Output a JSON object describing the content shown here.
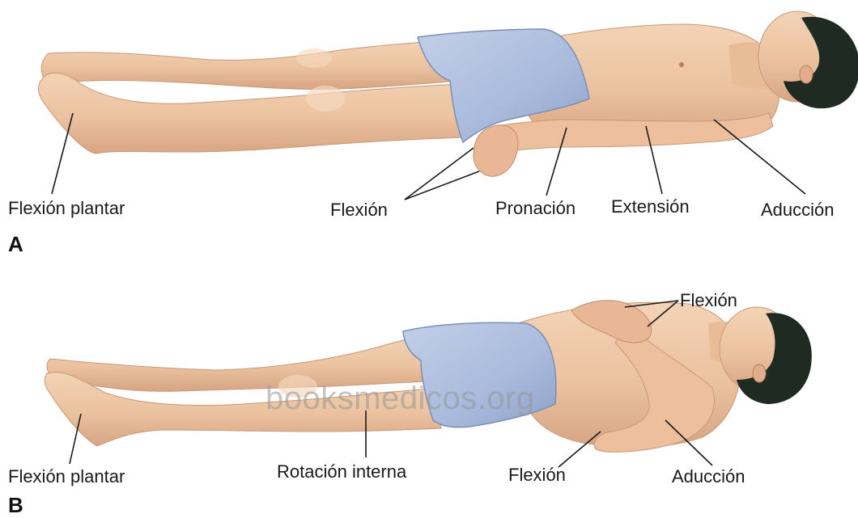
{
  "panel_a": {
    "letter": "A",
    "labels": {
      "flexion_plantar": "Flexión plantar",
      "flexion": "Flexión",
      "pronacion": "Pronación",
      "extension": "Extensión",
      "aduccion": "Aducción"
    }
  },
  "panel_b": {
    "letter": "B",
    "labels": {
      "flexion_plantar": "Flexión plantar",
      "rotacion_interna": "Rotación interna",
      "flexion_arms": "Flexión",
      "flexion_elbow": "Flexión",
      "aduccion": "Aducción"
    }
  },
  "watermark": "booksmedicos.org",
  "colors": {
    "skin": "#ecc4a2",
    "skin_shadow": "#d39e7b",
    "shorts": "#aebfe0",
    "shorts_shadow": "#8c9fc6",
    "hair": "#1f2a23",
    "leader_line": "#1a1a1a"
  }
}
